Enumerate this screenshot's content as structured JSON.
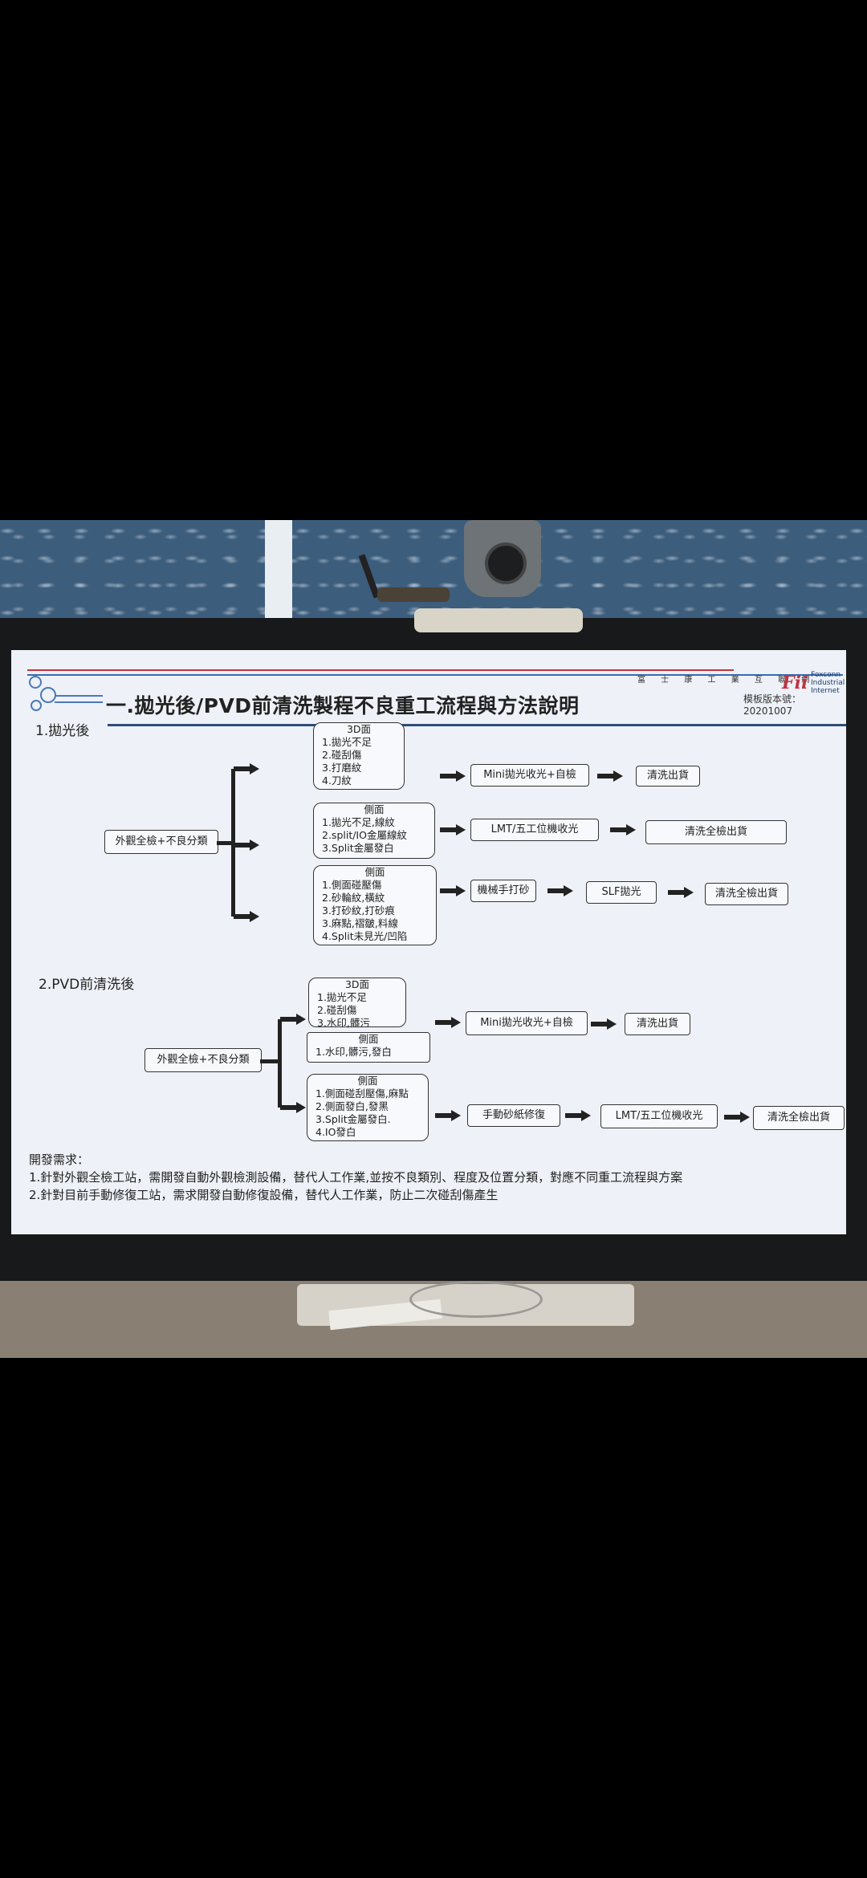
{
  "slide": {
    "title": "一.拋光後/PVD前清洗製程不良重工流程與方法說明",
    "header_small": "富 士 康 工 業 互 聯 網",
    "logo_mark": "Fii",
    "logo_text": "Foxconn Industrial Internet",
    "version": "模板版本號：20201007"
  },
  "section1": {
    "label": "1.拋光後",
    "source": "外觀全檢+不良分類",
    "group_3d": {
      "head": "3D面",
      "lines": [
        "1.拋光不足",
        "2.碰刮傷",
        "3.打磨紋",
        "4.刀紋"
      ]
    },
    "group_side1": {
      "head": "側面",
      "lines": [
        "1.拋光不足,線紋",
        "2.split/IO金屬線紋",
        "3.Split金屬發白"
      ]
    },
    "group_side2": {
      "head": "側面",
      "lines": [
        "1.側面碰壓傷",
        "2.砂輪紋,橫紋",
        "3.打砂紋,打砂痕",
        "3.麻點,褶皺,料線",
        "4.Split未見光/凹陷"
      ]
    },
    "row1": [
      "Mini拋光收光+自檢",
      "清洗出貨"
    ],
    "row2": [
      "LMT/五工位機收光",
      "清洗全檢出貨"
    ],
    "row3": [
      "機械手打砂",
      "SLF拋光",
      "清洗全檢出貨"
    ]
  },
  "section2": {
    "label": "2.PVD前清洗後",
    "source": "外觀全檢+不良分類",
    "group_3d": {
      "head": "3D面",
      "lines": [
        "1.拋光不足",
        "2.碰刮傷",
        "3.水印,髒污"
      ]
    },
    "group_side1": {
      "head": "側面",
      "lines": [
        "1.水印,髒污,發白"
      ]
    },
    "group_side2": {
      "head": "側面",
      "lines": [
        "1.側面碰刮壓傷,麻點",
        "2.側面發白,發黑",
        "3.Split金屬發白.",
        "4.IO發白"
      ]
    },
    "row1": [
      "Mini拋光收光+自檢",
      "清洗出貨"
    ],
    "row2": [
      "手動砂紙修復",
      "LMT/五工位機收光",
      "清洗全檢出貨"
    ]
  },
  "footer": {
    "heading": "開發需求：",
    "lines": [
      "1.針對外觀全檢工站，需開發自動外觀檢測設備，替代人工作業,並按不良類別、程度及位置分類，對應不同重工流程與方案",
      "2.針對目前手動修復工站，需求開發自動修復設備，替代人工作業，防止二次碰刮傷產生"
    ]
  }
}
